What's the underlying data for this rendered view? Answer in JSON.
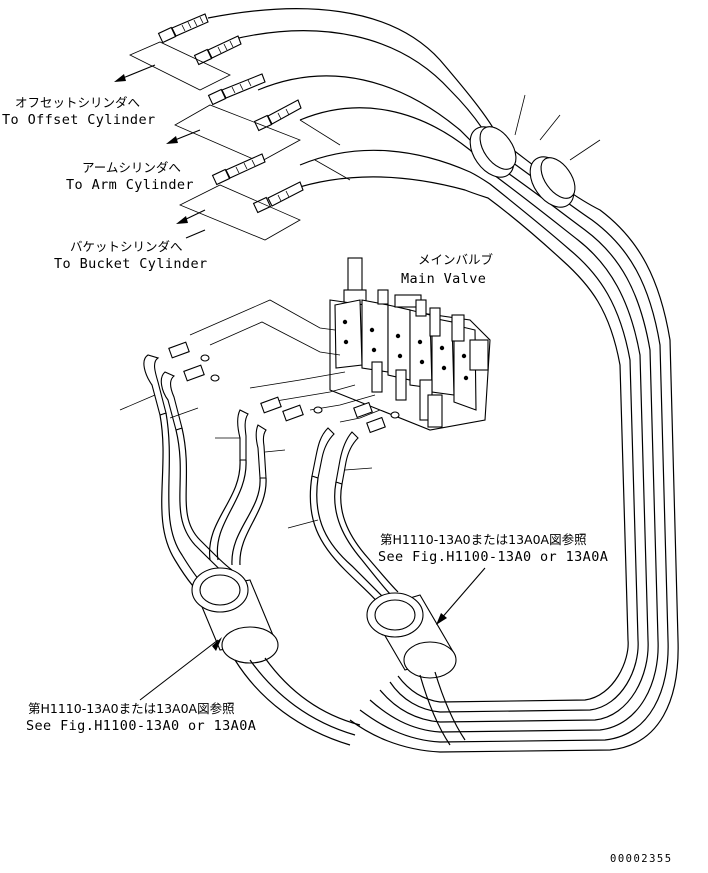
{
  "labels": {
    "offset_jp": "オフセットシリンダへ",
    "offset_en": "To Offset Cylinder",
    "arm_jp": "アームシリンダへ",
    "arm_en": "To Arm Cylinder",
    "bucket_jp": "バケットシリンダへ",
    "bucket_en": "To Bucket Cylinder",
    "main_valve_jp": "メインバルブ",
    "main_valve_en": "Main Valve",
    "ref_right_jp": "第H1110-13A0または13A0A図参照",
    "ref_right_en": "See Fig.H1100-13A0 or 13A0A",
    "ref_left_jp": "第H1110-13A0または13A0A図参照",
    "ref_left_en": "See Fig.H1100-13A0 or 13A0A"
  },
  "drawing_number": "00002355"
}
